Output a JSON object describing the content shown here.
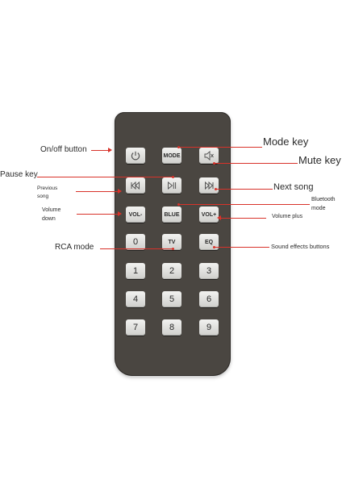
{
  "buttons": {
    "power": "",
    "mode": "MODE",
    "mute": "",
    "prev": "",
    "playpause": "",
    "next": "",
    "vol_down": "VOL-",
    "blue": "BLUE",
    "vol_up": "VOL+",
    "zero": "0",
    "tv": "TV",
    "eq": "EQ",
    "one": "1",
    "two": "2",
    "three": "3",
    "four": "4",
    "five": "5",
    "six": "6",
    "seven": "7",
    "eight": "8",
    "nine": "9"
  },
  "labels": {
    "mode_key": "Mode key",
    "mute_key": "Mute key",
    "onoff": "On/off button",
    "pause_key": "Pause key",
    "previous_line1": "Previous",
    "previous_line2": "song",
    "next_song": "Next song",
    "bluetooth_line1": "Bluetooth",
    "bluetooth_line2": "mode",
    "volume_down_line1": "Volume",
    "volume_down_line2": "down",
    "volume_plus": "Volume plus",
    "rca_mode": "RCA mode",
    "sound_effects": "Sound effects buttons"
  },
  "colors": {
    "remote_body": "#4a4641",
    "button_face": "#e6e6e3",
    "pointer": "#d8322a"
  }
}
